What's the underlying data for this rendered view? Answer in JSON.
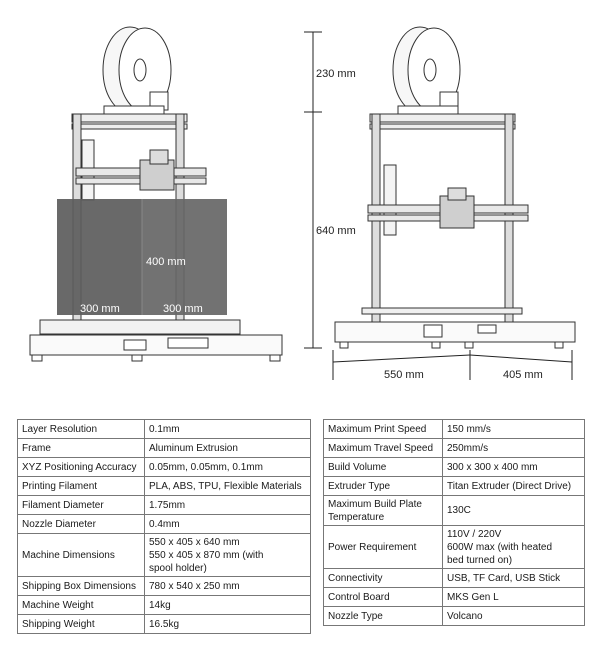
{
  "dimensions": {
    "left_printer": {
      "height": "400 mm",
      "width": "300 mm",
      "depth": "300 mm"
    },
    "right_printer": {
      "spool_height": "230 mm",
      "frame_height": "640 mm",
      "width": "550 mm",
      "depth": "405 mm"
    }
  },
  "left_specs": [
    {
      "label": "Layer Resolution",
      "value": [
        "0.1mm"
      ]
    },
    {
      "label": "Frame",
      "value": [
        "Aluminum Extrusion"
      ]
    },
    {
      "label": "XYZ Positioning Accuracy",
      "value": [
        "0.05mm, 0.05mm, 0.1mm"
      ]
    },
    {
      "label": "Printing Filament",
      "value": [
        "PLA, ABS, TPU, Flexible Materials"
      ]
    },
    {
      "label": "Filament Diameter",
      "value": [
        "1.75mm"
      ]
    },
    {
      "label": "Nozzle Diameter",
      "value": [
        "0.4mm"
      ]
    },
    {
      "label": "Machine Dimensions",
      "value": [
        "550 x 405 x 640 mm",
        "550 x 405 x 870 mm (with",
        "spool holder)"
      ]
    },
    {
      "label": "Shipping Box Dimensions",
      "value": [
        "780 x 540 x 250 mm"
      ]
    },
    {
      "label": "Machine Weight",
      "value": [
        "14kg"
      ]
    },
    {
      "label": "Shipping Weight",
      "value": [
        "16.5kg"
      ]
    }
  ],
  "right_specs": [
    {
      "label": [
        "Maximum Print Speed"
      ],
      "value": [
        "150 mm/s"
      ]
    },
    {
      "label": [
        "Maximum Travel Speed"
      ],
      "value": [
        "250mm/s"
      ]
    },
    {
      "label": [
        "Build Volume"
      ],
      "value": [
        "300 x 300 x 400 mm"
      ]
    },
    {
      "label": [
        "Extruder Type"
      ],
      "value": [
        "Titan Extruder (Direct Drive)"
      ]
    },
    {
      "label": [
        "Maximum Build Plate",
        "Temperature"
      ],
      "value": [
        "130C"
      ]
    },
    {
      "label": [
        "Power Requirement"
      ],
      "value": [
        "110V / 220V",
        "600W max (with heated",
        "bed turned on)"
      ]
    },
    {
      "label": [
        "Connectivity"
      ],
      "value": [
        "USB, TF Card, USB Stick"
      ]
    },
    {
      "label": [
        "Control Board"
      ],
      "value": [
        "MKS Gen L"
      ]
    },
    {
      "label": [
        "Nozzle Type"
      ],
      "value": [
        "Volcano"
      ]
    }
  ]
}
